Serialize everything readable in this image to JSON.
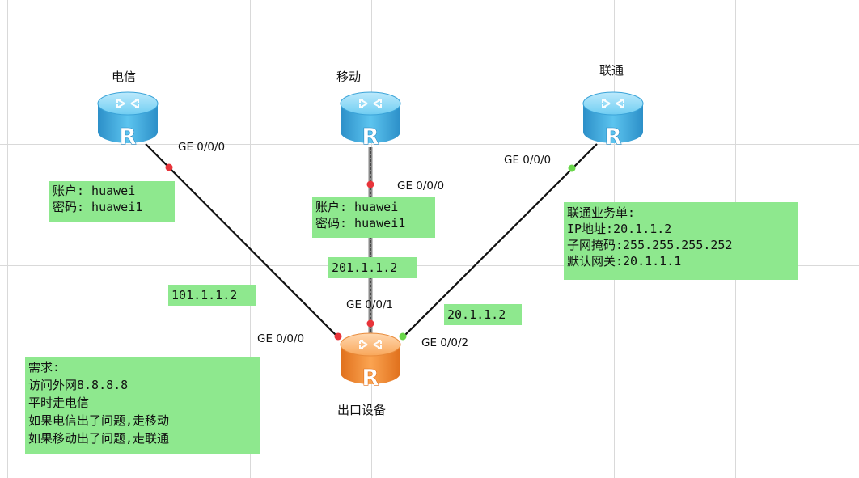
{
  "devices": {
    "telecom": {
      "name": "电信"
    },
    "mobile": {
      "name": "移动"
    },
    "unicom": {
      "name": "联通"
    },
    "egress": {
      "name": "出口设备"
    }
  },
  "router_glyph": "R",
  "colors": {
    "isp_router": "#4fb8e6",
    "egress_router": "#f7983c",
    "note_bg": "#8ee88e",
    "port_down": "#e8343a",
    "port_up": "#69d64a"
  },
  "ports": {
    "telecom_side": "GE 0/0/0",
    "mobile_side": "GE 0/0/0",
    "unicom_side": "GE 0/0/0",
    "egress_to_telecom": "GE 0/0/0",
    "egress_to_mobile": "GE 0/0/1",
    "egress_to_unicom": "GE 0/0/2"
  },
  "links": {
    "telecom_ip": "101.1.1.2",
    "mobile_ip": "201.1.1.2",
    "unicom_ip": "20.1.1.2"
  },
  "notes": {
    "telecom_account": [
      "账户: huawei",
      "密码: huawei1"
    ],
    "mobile_account": [
      "账户: huawei",
      "密码: huawei1"
    ],
    "unicom_order": [
      "联通业务单:",
      "IP地址:20.1.1.2",
      "子网掩码:255.255.255.252",
      "默认网关:20.1.1.1"
    ],
    "requirements": [
      "需求:",
      "访问外网8.8.8.8",
      "平时走电信",
      "如果电信出了问题,走移动",
      "如果移动出了问题,走联通"
    ]
  }
}
